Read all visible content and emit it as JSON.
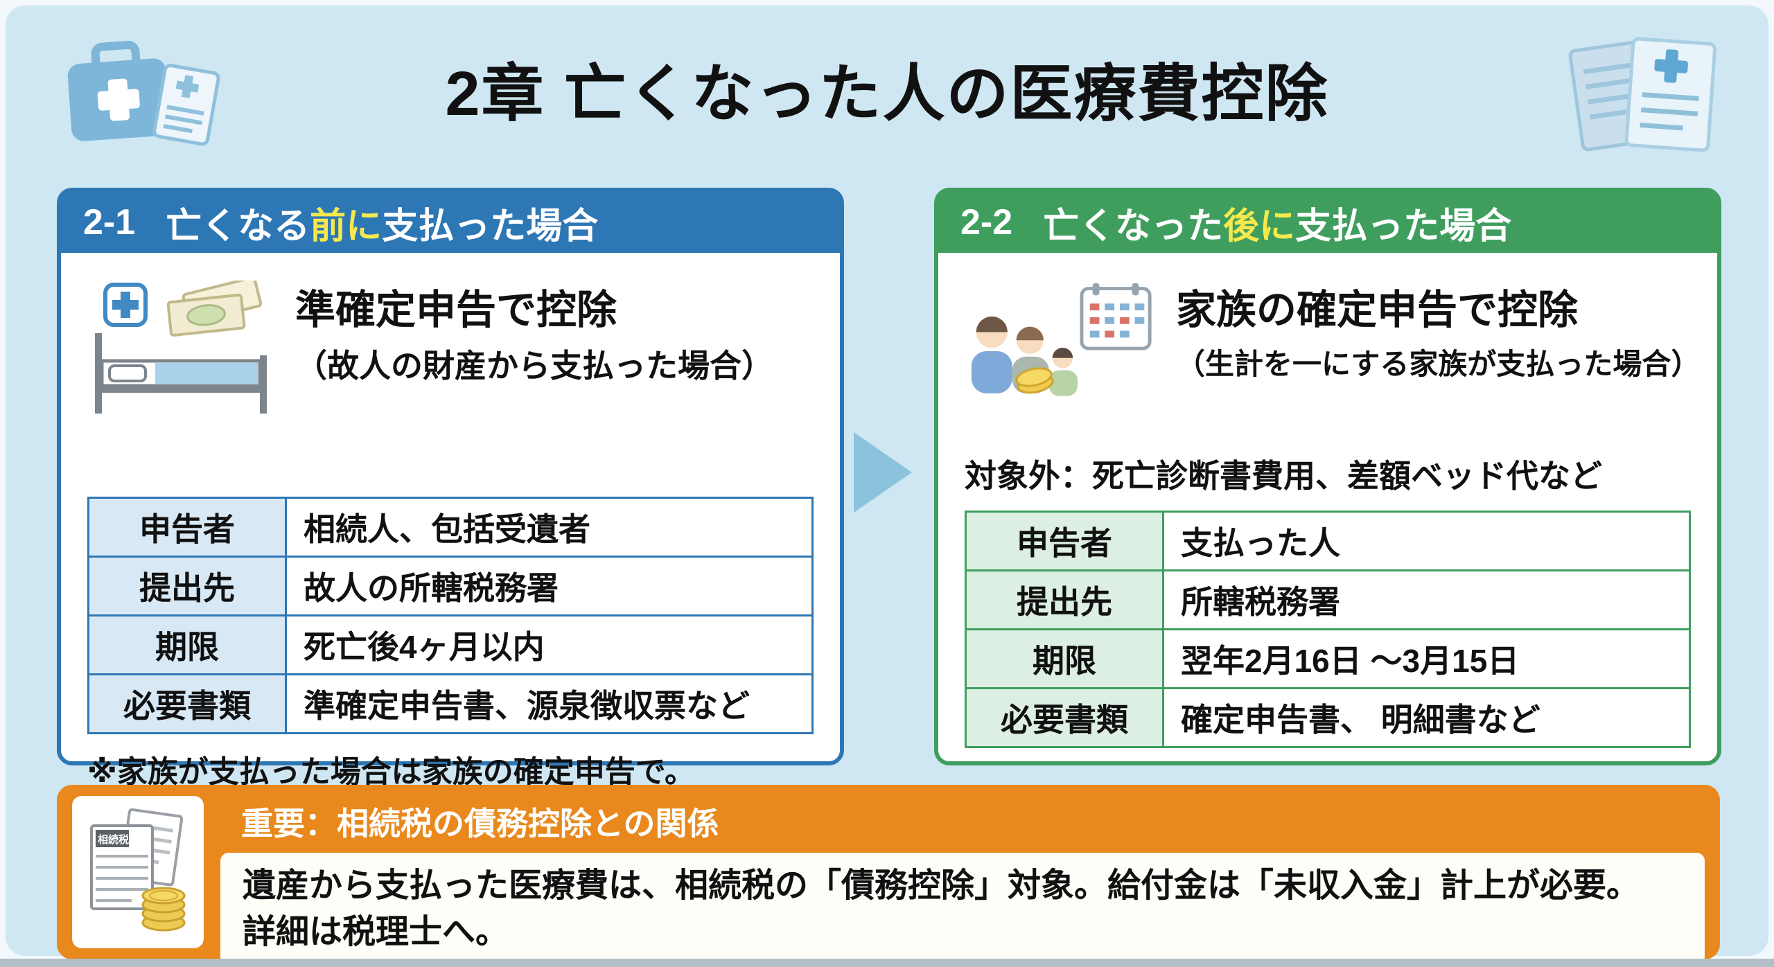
{
  "page": {
    "title": "2章 亡くなった人の医療費控除"
  },
  "panels": {
    "left": {
      "badge": "2-1",
      "title_pre": "亡くなる",
      "title_highlight": "前に",
      "title_post": "支払った場合",
      "heading": "準確定申告で控除",
      "subheading": "（故人の財産から支払った場合）",
      "rows": [
        {
          "label": "申告者",
          "value": "相続人、包括受遺者"
        },
        {
          "label": "提出先",
          "value": "故人の所轄税務署"
        },
        {
          "label": "期限",
          "value": "死亡後4ヶ月以内"
        },
        {
          "label": "必要書類",
          "value": "準確定申告書、源泉徴収票など"
        }
      ],
      "note": "※家族が支払った場合は家族の確定申告で。"
    },
    "right": {
      "badge": "2-2",
      "title_pre": "亡くなった",
      "title_highlight": "後に",
      "title_post": "支払った場合",
      "heading": "家族の確定申告で控除",
      "subheading": "（生計を一にする家族が支払った場合）",
      "exclusion": "対象外：死亡診断書費用、差額ベッド代など",
      "rows": [
        {
          "label": "申告者",
          "value": "支払った人"
        },
        {
          "label": "提出先",
          "value": "所轄税務署"
        },
        {
          "label": "期限",
          "value": "翌年2月16日 ～3月15日"
        },
        {
          "label": "必要書類",
          "value": "確定申告書、 明細書など"
        }
      ]
    }
  },
  "footer": {
    "title": "重要：相続税の債務控除との関係",
    "line1": "遺産から支払った医療費は、相続税の「債務控除」対象。給付金は「未収入金」計上が必要。",
    "line2": "詳細は税理士へ。",
    "icon_label": "相続税"
  },
  "icons": {
    "top_left": "first-aid-kit-icon",
    "top_right": "medical-documents-icon",
    "left_panel": "hospital-bed-money-icon",
    "right_panel": "family-calendar-icon",
    "footer": "inheritance-tax-documents-coins-icon"
  },
  "colors": {
    "background": "#cfe7f2",
    "left_header": "#2e77b5",
    "left_label_cell": "#d8e9f5",
    "right_header": "#3f9e5e",
    "right_label_cell": "#dcefe2",
    "highlight_yellow": "#f6e94e",
    "arrow": "#8cc3dc",
    "banner_orange": "#e8881d"
  }
}
